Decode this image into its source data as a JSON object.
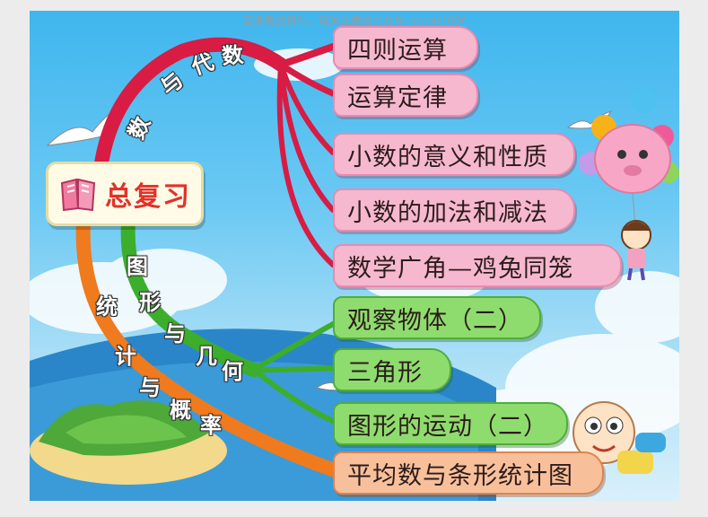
{
  "watermark": "更多免费资料，请关注微信公众号: xuexi100f",
  "center": {
    "title": "总复习",
    "icon": "book-icon"
  },
  "branches": {
    "algebra": {
      "label": [
        "数",
        "与",
        "代",
        "数"
      ],
      "color": "#d81c44"
    },
    "geometry": {
      "label": [
        "图",
        "形",
        "与",
        "几",
        "何"
      ],
      "color": "#3cae2c"
    },
    "statistics": {
      "label": [
        "统",
        "计",
        "与",
        "概",
        "率"
      ],
      "color": "#f07a1e"
    }
  },
  "topics": {
    "algebra": [
      "四则运算",
      "运算定律",
      "小数的意义和性质",
      "小数的加法和减法",
      "数学广角—鸡兔同笼"
    ],
    "geometry": [
      "观察物体（二）",
      "三角形",
      "图形的运动（二）"
    ],
    "statistics": [
      "平均数与条形统计图"
    ]
  },
  "decorations": [
    "seagull-icon",
    "balloon-pig-icon",
    "girl-icon",
    "baby-icon",
    "island-icon"
  ]
}
